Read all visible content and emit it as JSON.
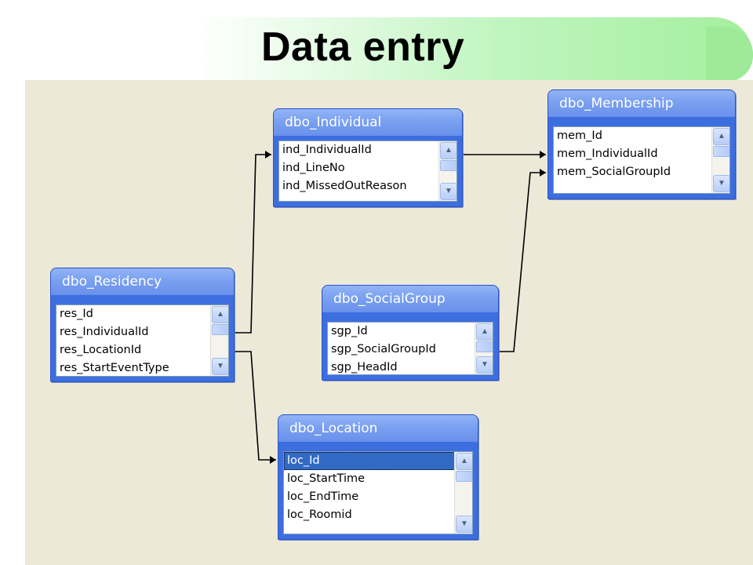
{
  "title": "Data entry",
  "tables": {
    "individual": {
      "name": "dbo_Individual",
      "fields": [
        "ind_IndividualId",
        "ind_LineNo",
        "ind_MissedOutReason"
      ]
    },
    "membership": {
      "name": "dbo_Membership",
      "fields": [
        "mem_Id",
        "mem_IndividualId",
        "mem_SocialGroupId"
      ]
    },
    "residency": {
      "name": "dbo_Residency",
      "fields": [
        "res_Id",
        "res_IndividualId",
        "res_LocationId",
        "res_StartEventType"
      ]
    },
    "socialgroup": {
      "name": "dbo_SocialGroup",
      "fields": [
        "sgp_Id",
        "sgp_SocialGroupId",
        "sgp_HeadId"
      ]
    },
    "location": {
      "name": "dbo_Location",
      "fields": [
        "loc_Id",
        "loc_StartTime",
        "loc_EndTime",
        "loc_Roomid"
      ],
      "selected_field": "loc_Id"
    }
  },
  "colors": {
    "title_band": "#a4ef9e",
    "canvas": "#ece9d8",
    "table_header": "#7aa0f0",
    "selection": "#316ac5"
  }
}
